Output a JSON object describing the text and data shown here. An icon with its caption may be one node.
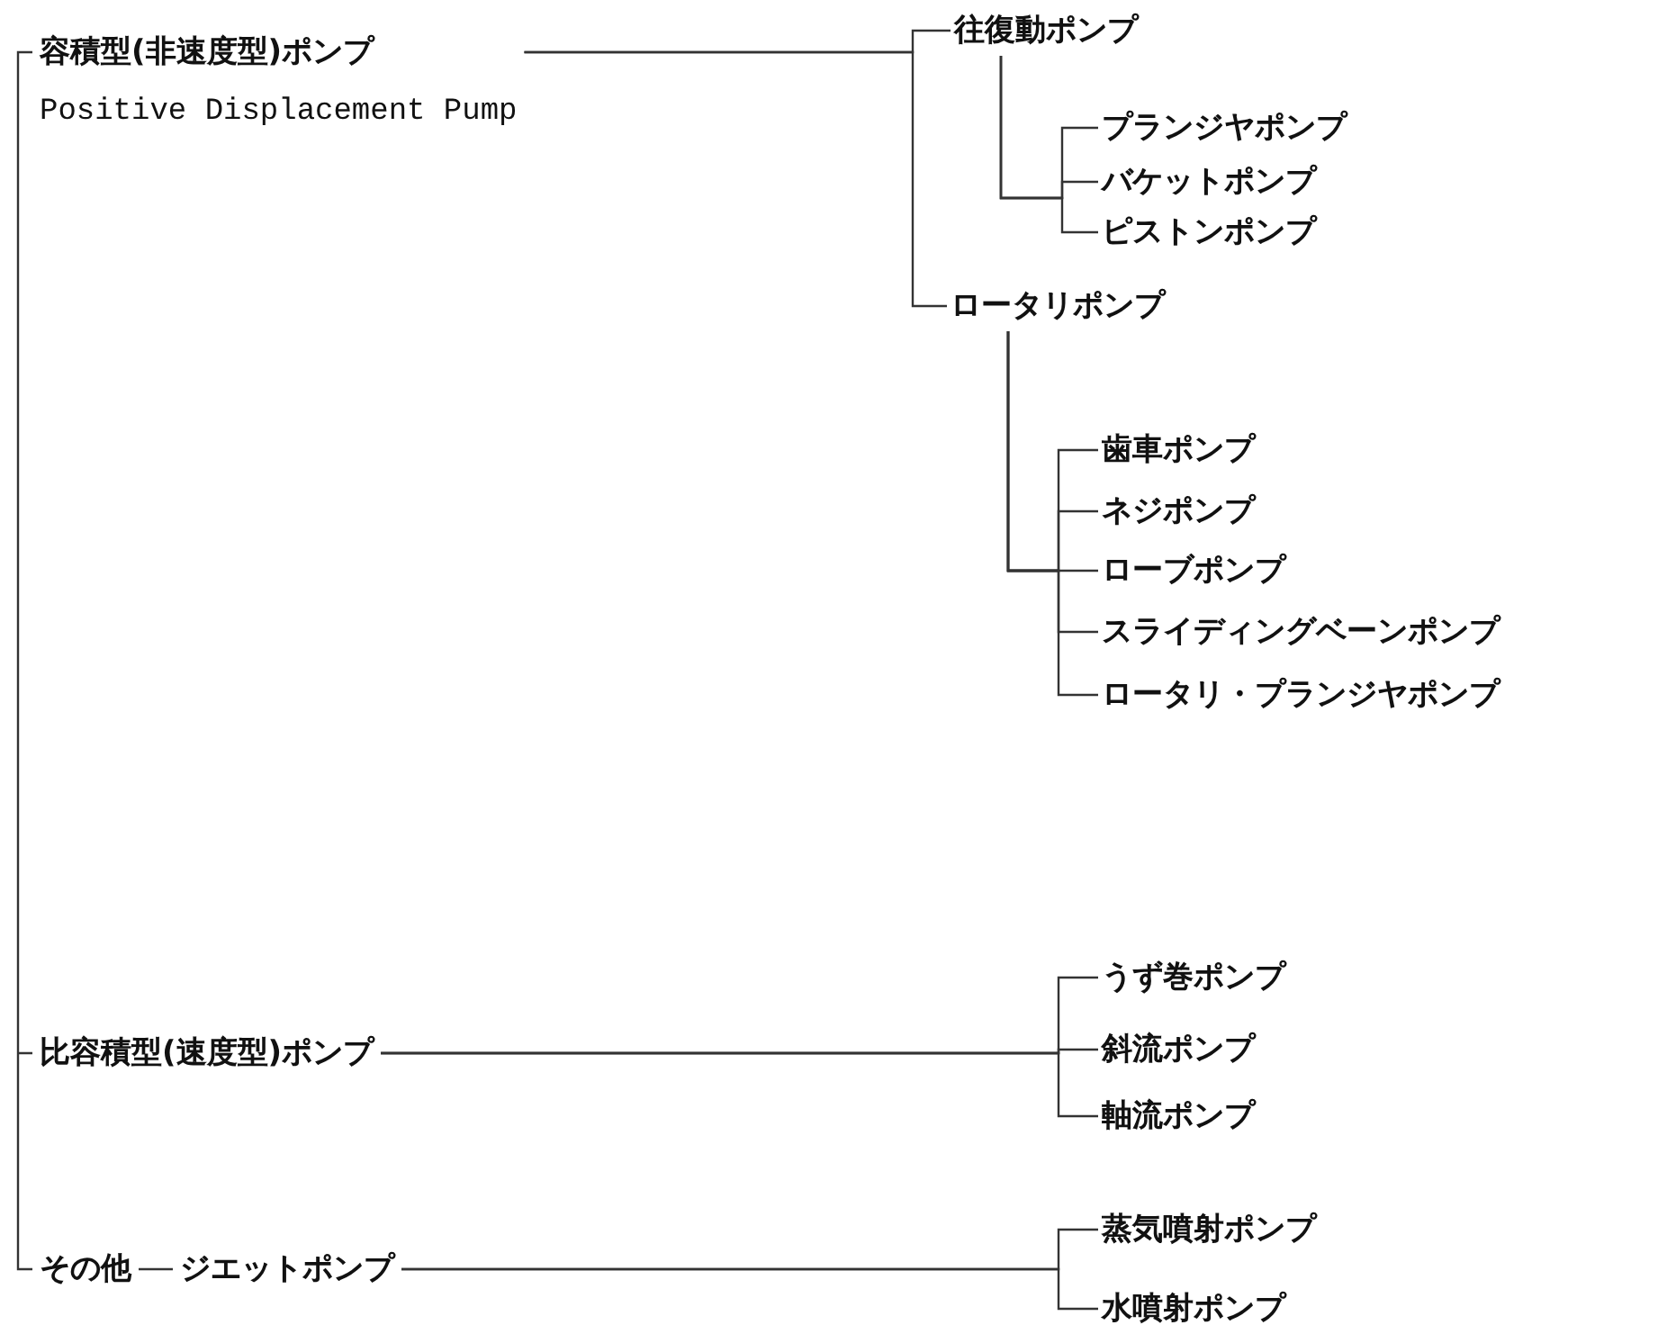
{
  "diagram": {
    "nodes": [
      {
        "text": [
          "容積型(非速度型)ポンプ",
          "Positive Displacement Pump"
        ]
      },
      {
        "text": [
          "往復動ポンプ"
        ]
      },
      {
        "text": [
          "プランジヤポンプ"
        ]
      },
      {
        "text": [
          "バケットポンプ"
        ]
      },
      {
        "text": [
          "ピストンポンプ"
        ]
      },
      {
        "text": [
          "ロータリポンプ"
        ]
      },
      {
        "text": [
          "歯車ポンプ"
        ]
      },
      {
        "text": [
          "ネジポンプ"
        ]
      },
      {
        "text": [
          "ローブポンプ"
        ]
      },
      {
        "text": [
          "スライディングベーンポンプ"
        ]
      },
      {
        "text": [
          "ロータリ・プランジヤポンプ"
        ]
      },
      {
        "text": [
          "比容積型(速度型)ポンプ"
        ]
      },
      {
        "text": [
          "うず巻ポンプ"
        ]
      },
      {
        "text": [
          "斜流ポンプ"
        ]
      },
      {
        "text": [
          "軸流ポンプ"
        ]
      },
      {
        "text": [
          "その他"
        ]
      },
      {
        "text": [
          "ジエットポンプ"
        ]
      },
      {
        "text": [
          "蒸気噴射ポンプ"
        ]
      },
      {
        "text": [
          "水噴射ポンプ"
        ]
      }
    ],
    "edges": [
      {
        "from": 0,
        "to": 1,
        "arrow": "none"
      },
      {
        "from": 0,
        "to": 5,
        "arrow": "none"
      },
      {
        "from": 1,
        "to": 2,
        "arrow": "none"
      },
      {
        "from": 1,
        "to": 3,
        "arrow": "none"
      },
      {
        "from": 1,
        "to": 4,
        "arrow": "none"
      },
      {
        "from": 5,
        "to": 6,
        "arrow": "none"
      },
      {
        "from": 5,
        "to": 7,
        "arrow": "none"
      },
      {
        "from": 5,
        "to": 8,
        "arrow": "none"
      },
      {
        "from": 5,
        "to": 9,
        "arrow": "none"
      },
      {
        "from": 5,
        "to": 10,
        "arrow": "none"
      },
      {
        "from": 11,
        "to": 12,
        "arrow": "none"
      },
      {
        "from": 11,
        "to": 13,
        "arrow": "none"
      },
      {
        "from": 11,
        "to": 14,
        "arrow": "none"
      },
      {
        "from": 15,
        "to": 16,
        "arrow": "none"
      },
      {
        "from": 16,
        "to": 17,
        "arrow": "none"
      },
      {
        "from": 16,
        "to": 18,
        "arrow": "none"
      }
    ]
  }
}
